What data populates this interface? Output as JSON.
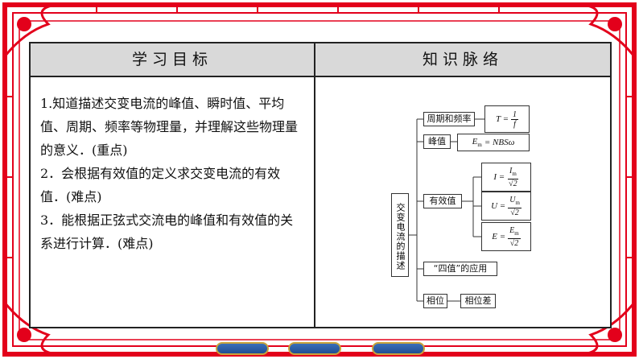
{
  "table": {
    "left_header": "学习目标",
    "right_header": "知识脉络"
  },
  "goals": [
    "1.知道描述交变电流的峰值、瞬时值、平均值、周期、频率等物理量，并理解这些物理量的意义．(重点)",
    "2．会根据有效值的定义求交变电流的有效值．(难点)",
    "3．能根据正弦式交流电的峰值和有效值的关系进行计算．(难点)"
  ],
  "mindmap": {
    "root": "交变电流的描述",
    "branches": {
      "period": "周期和频率",
      "peak": "峰值",
      "effective": "有效值",
      "four_values": "“四值”的应用",
      "phase": "相位",
      "phase_diff": "相位差"
    },
    "formulas": {
      "period_lhs": "T =",
      "period_num": "1",
      "period_den": "f",
      "peak_lhs": "E",
      "peak_sub": "m",
      "peak_rhs": "= NBSω",
      "i_lhs": "I =",
      "i_num": "I",
      "i_sub": "m",
      "i_den": "√2",
      "u_lhs": "U =",
      "u_num": "U",
      "u_sub": "m",
      "u_den": "√2",
      "e_lhs": "E =",
      "e_num": "E",
      "e_sub": "m",
      "e_den": "√2"
    }
  },
  "colors": {
    "frame_red": "#e3001b",
    "header_gray": "#d9d9d9",
    "button_blue": "#2a5ea6",
    "button_gold": "#c9a33a"
  },
  "icons": [
    "prev-slide-button-icon",
    "home-button-icon",
    "next-slide-button-icon"
  ]
}
